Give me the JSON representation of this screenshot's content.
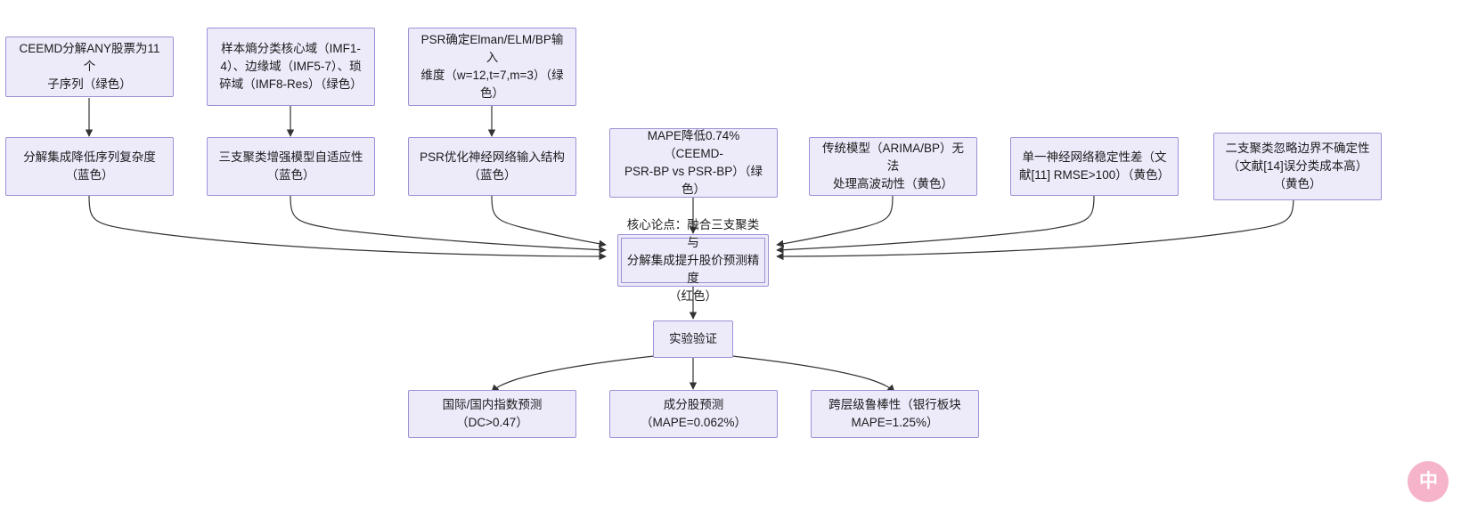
{
  "diagram": {
    "type": "flowchart",
    "title": "",
    "node_fill": "#EDEAFA",
    "node_border": "#9D91D6",
    "edge_color": "#333333",
    "rows": {
      "evidence_top": [
        {
          "id": "n1",
          "text": "CEEMD分解ANY股票为11个\n子序列（绿色）"
        },
        {
          "id": "n2",
          "text": "样本熵分类核心域（IMF1-\n4）、边缘域（IMF5-7）、琐\n碎域（IMF8-Res）（绿色）"
        },
        {
          "id": "n3",
          "text": "PSR确定Elman/ELM/BP输入\n维度（w=12,t=7,m=3）（绿\n色）"
        }
      ],
      "evidence_mid": [
        {
          "id": "n4",
          "text": "分解集成降低序列复杂度\n（蓝色）"
        },
        {
          "id": "n5",
          "text": "三支聚类增强模型自适应性\n（蓝色）"
        },
        {
          "id": "n6",
          "text": "PSR优化神经网络输入结构\n（蓝色）"
        },
        {
          "id": "n7",
          "text": "MAPE降低0.74%（CEEMD-\nPSR-BP vs PSR-BP）（绿\n色）"
        },
        {
          "id": "n8",
          "text": "传统模型（ARIMA/BP）无法\n处理高波动性（黄色）"
        },
        {
          "id": "n9",
          "text": "单一神经网络稳定性差（文\n献[11] RMSE>100）（黄色）"
        },
        {
          "id": "n10",
          "text": "二支聚类忽略边界不确定性\n（文献[14]误分类成本高）\n（黄色）"
        }
      ],
      "core": {
        "id": "core",
        "text": "核心论点：融合三支聚类与\n分解集成提升股价预测精度\n（红色）"
      },
      "validation": {
        "id": "val",
        "text": "实验验证"
      },
      "results": [
        {
          "id": "r1",
          "text": "国际/国内指数预测\n（DC>0.47）"
        },
        {
          "id": "r2",
          "text": "成分股预测\n（MAPE=0.062%）"
        },
        {
          "id": "r3",
          "text": "跨层级鲁棒性（银行板块\nMAPE=1.25%）"
        }
      ]
    },
    "watermark": {
      "glyph": "中",
      "color": "#F5A8C3"
    }
  }
}
